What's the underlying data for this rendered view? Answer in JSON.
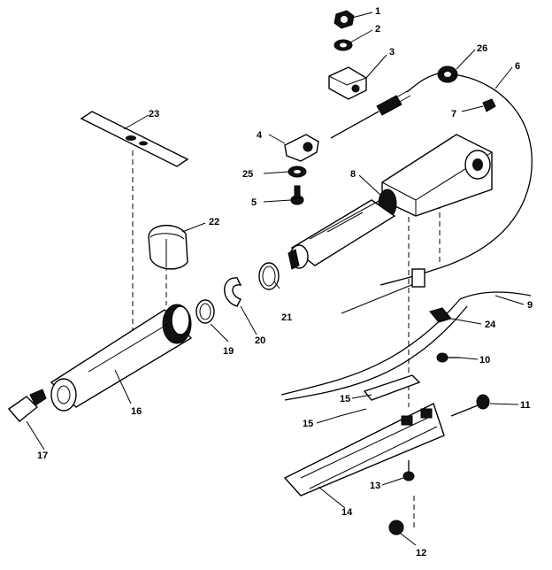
{
  "diagram": {
    "callouts": {
      "c1": "1",
      "c2": "2",
      "c3": "3",
      "c4": "4",
      "c5": "5",
      "c6": "6",
      "c7": "7",
      "c8": "8",
      "c9": "9",
      "c10": "10",
      "c11": "11",
      "c12": "12",
      "c13": "13",
      "c14": "14",
      "c15a": "15",
      "c15b": "15",
      "c16": "16",
      "c17": "17",
      "c19": "19",
      "c20": "20",
      "c21": "21",
      "c22": "22",
      "c23": "23",
      "c24": "24",
      "c25": "25",
      "c26": "26"
    }
  }
}
